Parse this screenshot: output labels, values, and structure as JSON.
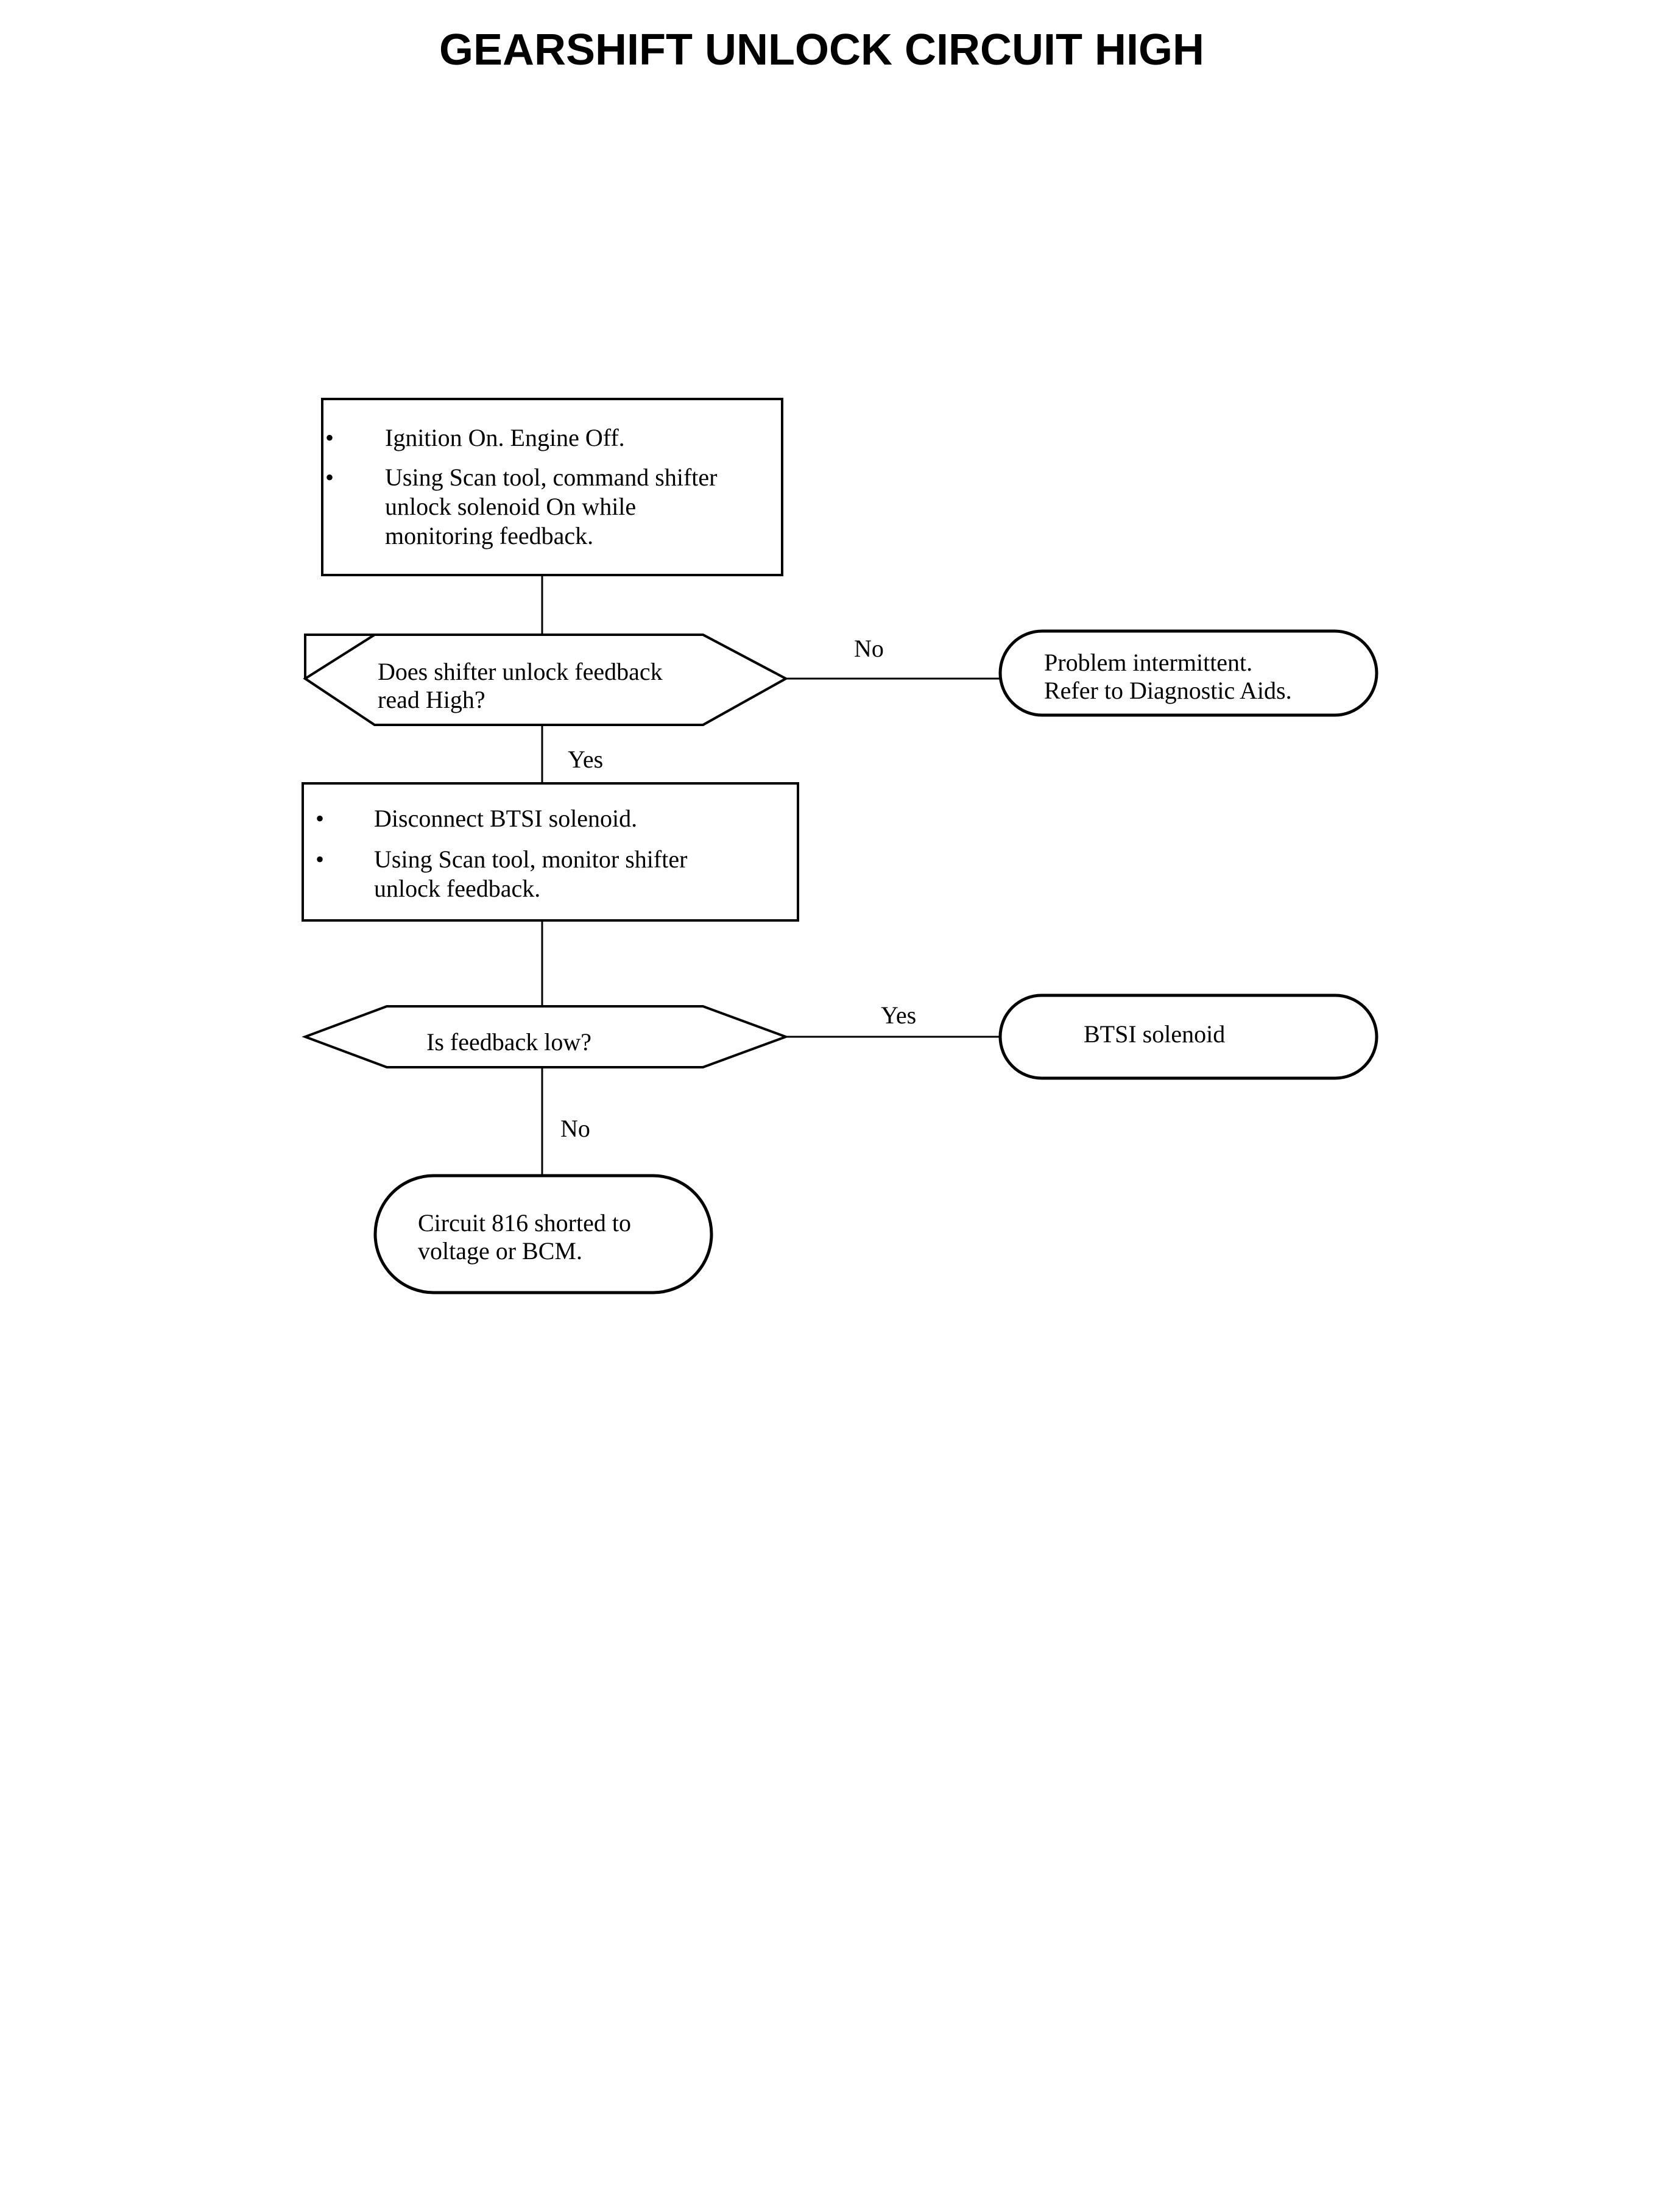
{
  "title": "GEARSHIFT UNLOCK CIRCUIT HIGH",
  "steps": {
    "step1": {
      "bullets": [
        [
          "Ignition On. Engine Off."
        ],
        [
          "Using Scan tool, command shifter",
          "unlock solenoid On while",
          "monitoring feedback."
        ]
      ]
    },
    "decision1": {
      "lines": [
        "Does shifter unlock feedback",
        "read High?"
      ]
    },
    "result_intermittent": {
      "lines": [
        "Problem intermittent.",
        "Refer to Diagnostic Aids."
      ]
    },
    "step2": {
      "bullets": [
        [
          "Disconnect BTSI solenoid."
        ],
        [
          "Using Scan tool, monitor shifter",
          "unlock feedback."
        ]
      ]
    },
    "decision2": {
      "lines": [
        "Is feedback low?"
      ]
    },
    "result_btsi": {
      "lines": [
        "BTSI solenoid"
      ]
    },
    "result_circuit": {
      "lines": [
        "Circuit 816 shorted to",
        "voltage or BCM."
      ]
    }
  },
  "edge_labels": {
    "d1_no": "No",
    "d1_yes": "Yes",
    "d2_yes": "Yes",
    "d2_no": "No"
  },
  "bullet_char": "•"
}
